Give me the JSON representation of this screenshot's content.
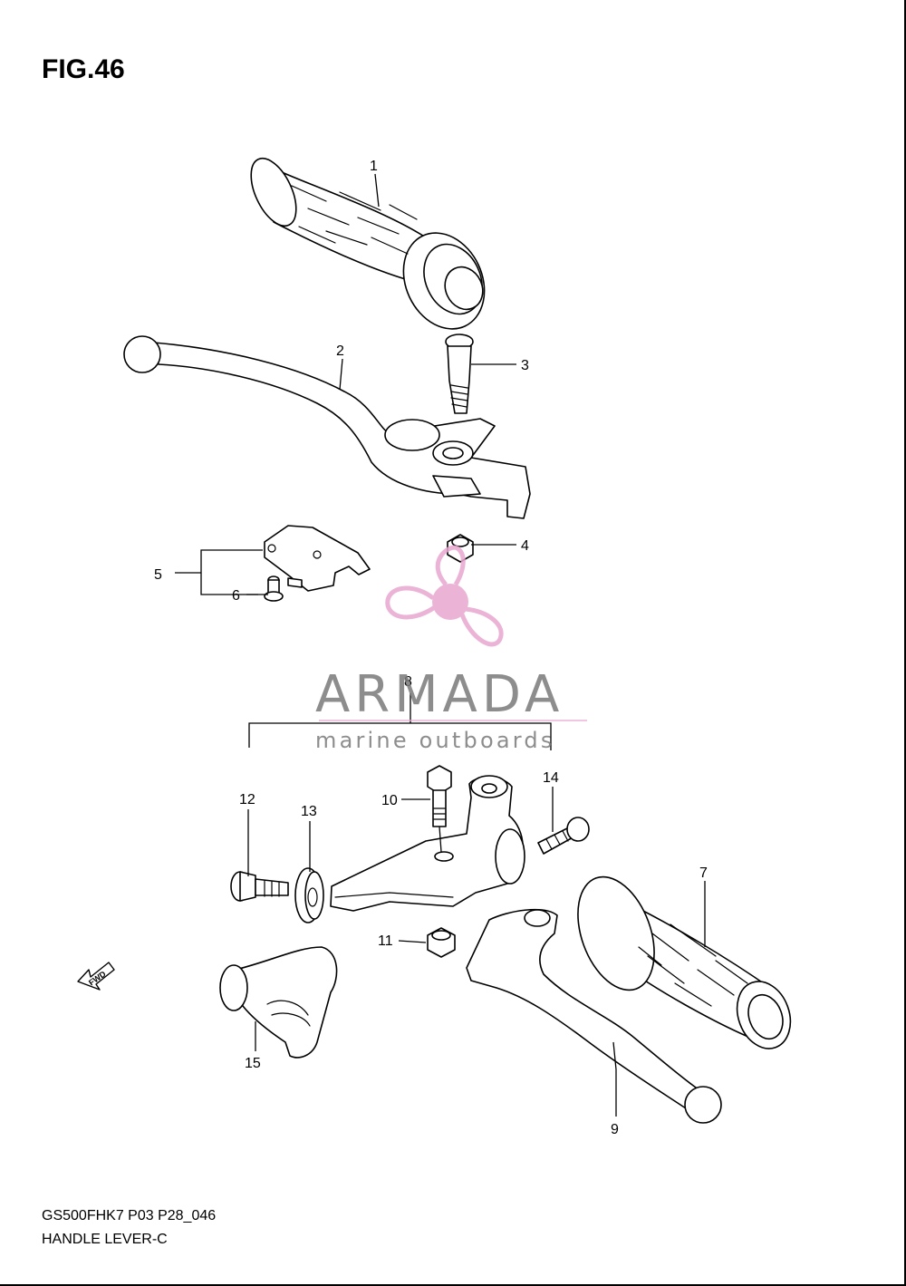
{
  "figure": {
    "title": "FIG.46",
    "code": "GS500FHK7 P03 P28_046",
    "name": "HANDLE LEVER-C"
  },
  "callouts": [
    "1",
    "2",
    "3",
    "4",
    "5",
    "6",
    "7",
    "8",
    "9",
    "10",
    "11",
    "12",
    "13",
    "14",
    "15"
  ],
  "fwd_label": "FWD",
  "watermark": {
    "brand": "ARMADA",
    "tagline": "marine outboards",
    "color_pink": "#e8a6cf",
    "color_gray": "#7a7a7a"
  }
}
